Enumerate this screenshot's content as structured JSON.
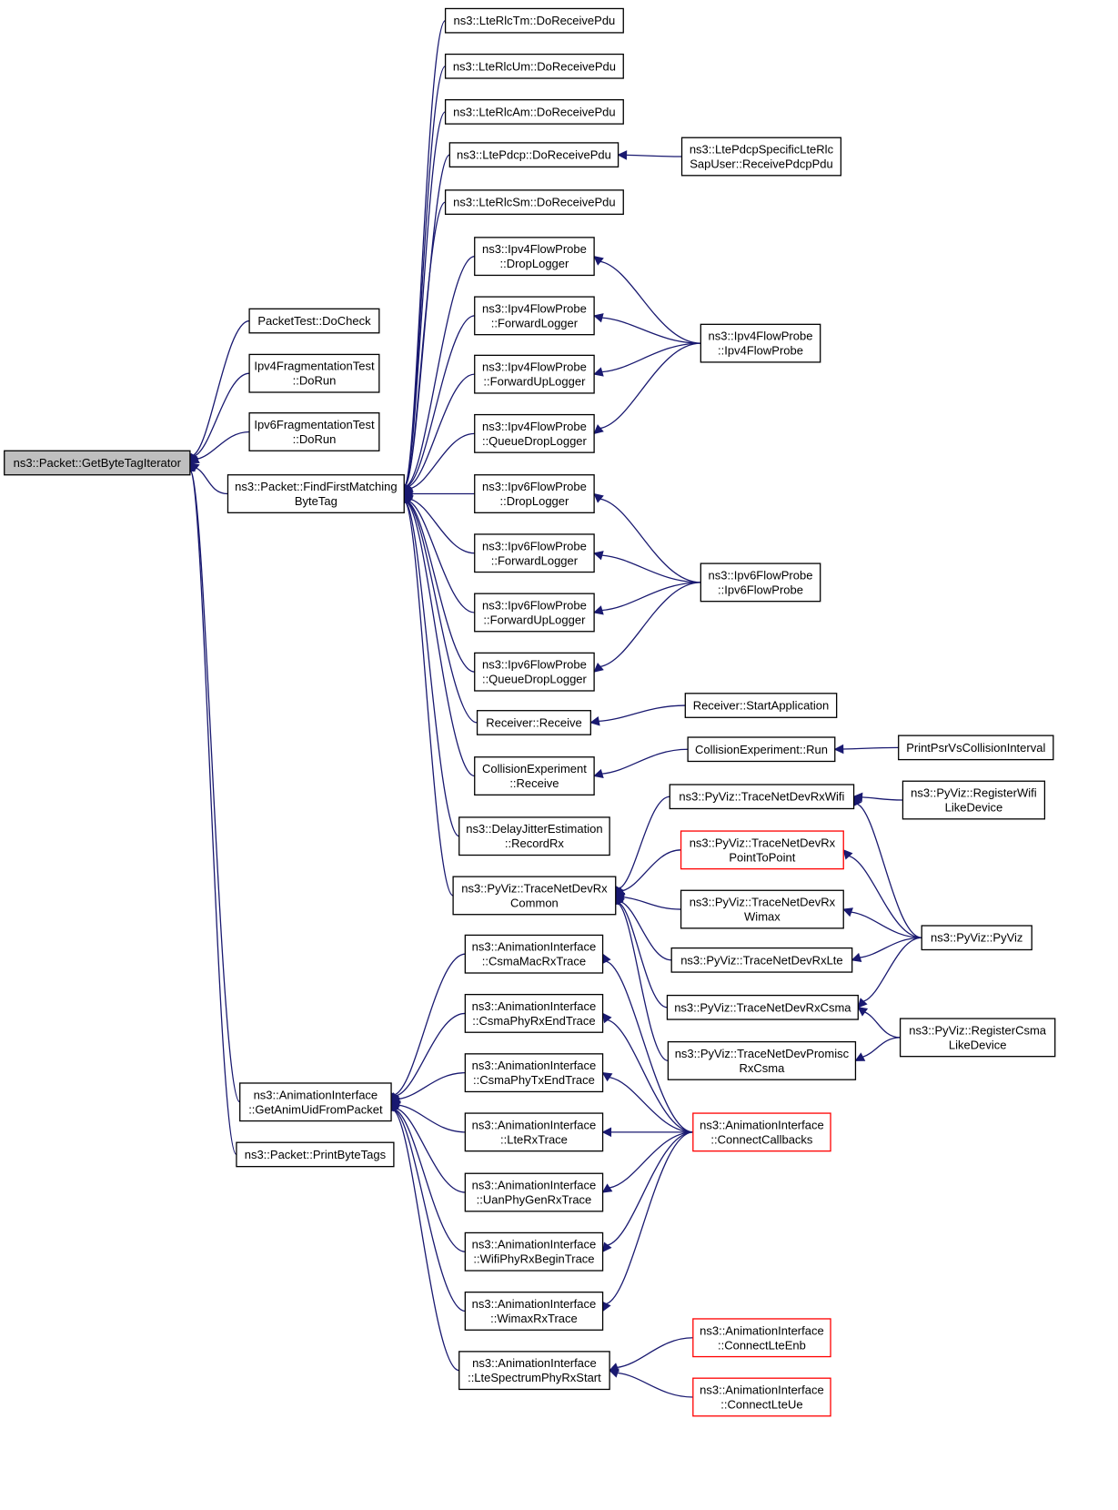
{
  "graph": {
    "nodes": [
      {
        "id": "root",
        "lines": [
          "ns3::Packet::GetByteTagIterator"
        ],
        "root": true
      },
      {
        "id": "pkt_test",
        "lines": [
          "PacketTest::DoCheck"
        ]
      },
      {
        "id": "ipv4frag",
        "lines": [
          "Ipv4FragmentationTest",
          "::DoRun"
        ]
      },
      {
        "id": "ipv6frag",
        "lines": [
          "Ipv6FragmentationTest",
          "::DoRun"
        ]
      },
      {
        "id": "ffm",
        "lines": [
          "ns3::Packet::FindFirstMatching",
          "ByteTag"
        ]
      },
      {
        "id": "anim_uid",
        "lines": [
          "ns3::AnimationInterface",
          "::GetAnimUidFromPacket"
        ]
      },
      {
        "id": "print_tags",
        "lines": [
          "ns3::Packet::PrintByteTags"
        ]
      },
      {
        "id": "rlc_tm",
        "lines": [
          "ns3::LteRlcTm::DoReceivePdu"
        ]
      },
      {
        "id": "rlc_um",
        "lines": [
          "ns3::LteRlcUm::DoReceivePdu"
        ]
      },
      {
        "id": "rlc_am",
        "lines": [
          "ns3::LteRlcAm::DoReceivePdu"
        ]
      },
      {
        "id": "pdcp",
        "lines": [
          "ns3::LtePdcp::DoReceivePdu"
        ]
      },
      {
        "id": "rlc_sm",
        "lines": [
          "ns3::LteRlcSm::DoReceivePdu"
        ]
      },
      {
        "id": "pdcp_user",
        "lines": [
          "ns3::LtePdcpSpecificLteRlc",
          "SapUser::ReceivePdcpPdu"
        ]
      },
      {
        "id": "v4_drop",
        "lines": [
          "ns3::Ipv4FlowProbe",
          "::DropLogger"
        ]
      },
      {
        "id": "v4_fwd",
        "lines": [
          "ns3::Ipv4FlowProbe",
          "::ForwardLogger"
        ]
      },
      {
        "id": "v4_fwdup",
        "lines": [
          "ns3::Ipv4FlowProbe",
          "::ForwardUpLogger"
        ]
      },
      {
        "id": "v4_qdrop",
        "lines": [
          "ns3::Ipv4FlowProbe",
          "::QueueDropLogger"
        ]
      },
      {
        "id": "v4_probe",
        "lines": [
          "ns3::Ipv4FlowProbe",
          "::Ipv4FlowProbe"
        ]
      },
      {
        "id": "v6_drop",
        "lines": [
          "ns3::Ipv6FlowProbe",
          "::DropLogger"
        ]
      },
      {
        "id": "v6_fwd",
        "lines": [
          "ns3::Ipv6FlowProbe",
          "::ForwardLogger"
        ]
      },
      {
        "id": "v6_fwdup",
        "lines": [
          "ns3::Ipv6FlowProbe",
          "::ForwardUpLogger"
        ]
      },
      {
        "id": "v6_qdrop",
        "lines": [
          "ns3::Ipv6FlowProbe",
          "::QueueDropLogger"
        ]
      },
      {
        "id": "v6_probe",
        "lines": [
          "ns3::Ipv6FlowProbe",
          "::Ipv6FlowProbe"
        ]
      },
      {
        "id": "recv",
        "lines": [
          "Receiver::Receive"
        ]
      },
      {
        "id": "recv_start",
        "lines": [
          "Receiver::StartApplication"
        ]
      },
      {
        "id": "coll_recv",
        "lines": [
          "CollisionExperiment",
          "::Receive"
        ]
      },
      {
        "id": "coll_run",
        "lines": [
          "CollisionExperiment::Run"
        ]
      },
      {
        "id": "psr",
        "lines": [
          "PrintPsrVsCollisionInterval"
        ]
      },
      {
        "id": "delay",
        "lines": [
          "ns3::DelayJitterEstimation",
          "::RecordRx"
        ]
      },
      {
        "id": "tnd_common",
        "lines": [
          "ns3::PyViz::TraceNetDevRx",
          "Common"
        ]
      },
      {
        "id": "tnd_wifi",
        "lines": [
          "ns3::PyViz::TraceNetDevRxWifi"
        ]
      },
      {
        "id": "tnd_p2p",
        "lines": [
          "ns3::PyViz::TraceNetDevRx",
          "PointToPoint"
        ],
        "truncated": true
      },
      {
        "id": "tnd_wimax",
        "lines": [
          "ns3::PyViz::TraceNetDevRx",
          "Wimax"
        ]
      },
      {
        "id": "tnd_lte",
        "lines": [
          "ns3::PyViz::TraceNetDevRxLte"
        ]
      },
      {
        "id": "tnd_csma",
        "lines": [
          "ns3::PyViz::TraceNetDevRxCsma"
        ]
      },
      {
        "id": "tnd_promisc",
        "lines": [
          "ns3::PyViz::TraceNetDevPromisc",
          "RxCsma"
        ]
      },
      {
        "id": "reg_wifi",
        "lines": [
          "ns3::PyViz::RegisterWifi",
          "LikeDevice"
        ]
      },
      {
        "id": "pyviz",
        "lines": [
          "ns3::PyViz::PyViz"
        ]
      },
      {
        "id": "reg_csma",
        "lines": [
          "ns3::PyViz::RegisterCsma",
          "LikeDevice"
        ]
      },
      {
        "id": "ai_csmamac",
        "lines": [
          "ns3::AnimationInterface",
          "::CsmaMacRxTrace"
        ]
      },
      {
        "id": "ai_csmaphyrx",
        "lines": [
          "ns3::AnimationInterface",
          "::CsmaPhyRxEndTrace"
        ]
      },
      {
        "id": "ai_csmaphytx",
        "lines": [
          "ns3::AnimationInterface",
          "::CsmaPhyTxEndTrace"
        ]
      },
      {
        "id": "ai_lterx",
        "lines": [
          "ns3::AnimationInterface",
          "::LteRxTrace"
        ]
      },
      {
        "id": "ai_uan",
        "lines": [
          "ns3::AnimationInterface",
          "::UanPhyGenRxTrace"
        ]
      },
      {
        "id": "ai_wifi",
        "lines": [
          "ns3::AnimationInterface",
          "::WifiPhyRxBeginTrace"
        ]
      },
      {
        "id": "ai_wimax",
        "lines": [
          "ns3::AnimationInterface",
          "::WimaxRxTrace"
        ]
      },
      {
        "id": "ai_ltespec",
        "lines": [
          "ns3::AnimationInterface",
          "::LteSpectrumPhyRxStart"
        ]
      },
      {
        "id": "ai_connect",
        "lines": [
          "ns3::AnimationInterface",
          "::ConnectCallbacks"
        ],
        "truncated": true
      },
      {
        "id": "ai_enb",
        "lines": [
          "ns3::AnimationInterface",
          "::ConnectLteEnb"
        ],
        "truncated": true
      },
      {
        "id": "ai_ue",
        "lines": [
          "ns3::AnimationInterface",
          "::ConnectLteUe"
        ],
        "truncated": true
      }
    ]
  }
}
